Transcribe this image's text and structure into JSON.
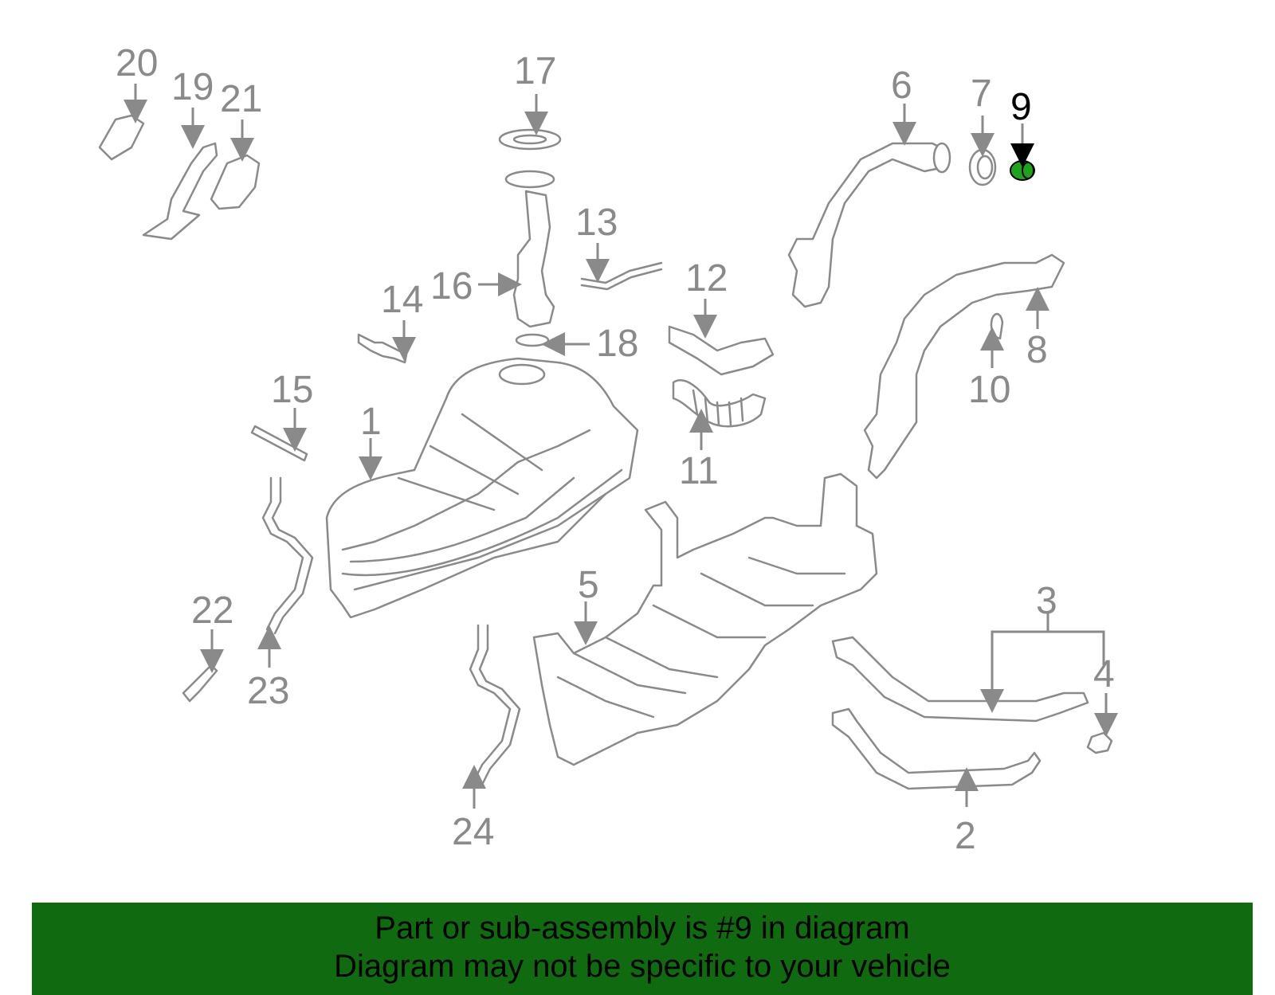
{
  "callouts": {
    "c1": "1",
    "c2": "2",
    "c3": "3",
    "c4": "4",
    "c5": "5",
    "c6": "6",
    "c7": "7",
    "c8": "8",
    "c9": "9",
    "c10": "10",
    "c11": "11",
    "c12": "12",
    "c13": "13",
    "c14": "14",
    "c15": "15",
    "c16": "16",
    "c17": "17",
    "c18": "18",
    "c19": "19",
    "c20": "20",
    "c21": "21",
    "c22": "22",
    "c23": "23",
    "c24": "24"
  },
  "highlight": {
    "part_number": "9",
    "color": "#1fa31f"
  },
  "banner": {
    "line1": "Part or sub-assembly is #9 in diagram",
    "line2": "Diagram may not be specific to your vehicle",
    "background": "#106b10"
  }
}
